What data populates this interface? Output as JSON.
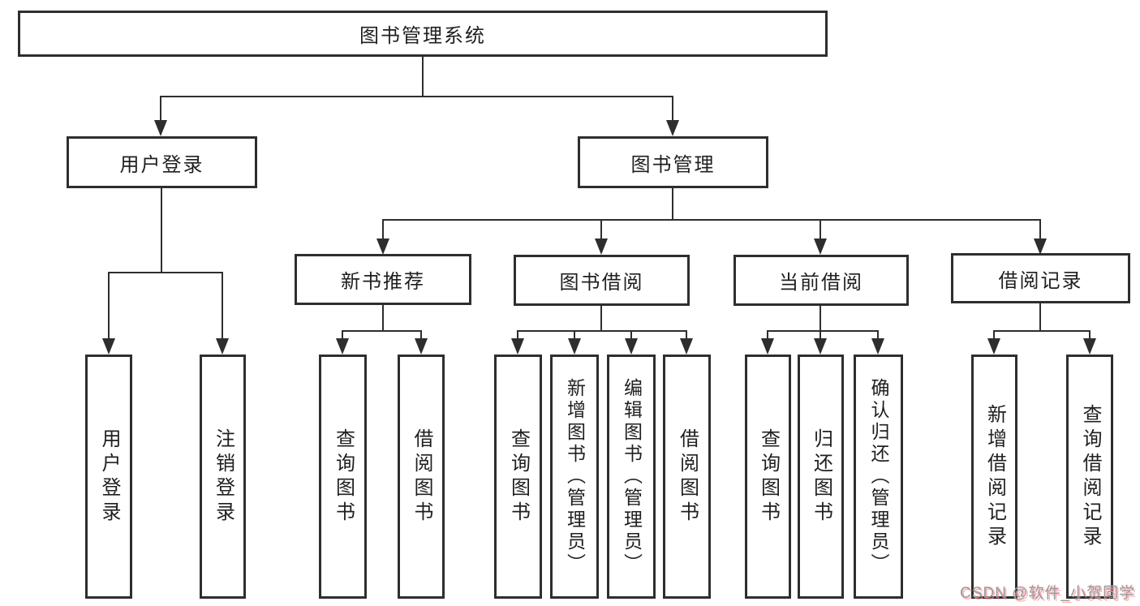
{
  "tree": {
    "root": "图书管理系统",
    "branches": [
      {
        "label": "用户登录",
        "children": [
          "用户登录",
          "注销登录"
        ]
      },
      {
        "label": "图书管理",
        "sections": [
          {
            "label": "新书推荐",
            "children": [
              "查询图书",
              "借阅图书"
            ]
          },
          {
            "label": "图书借阅",
            "children": [
              "查询图书",
              "新增图书（管理员）",
              "编辑图书（管理员）",
              "借阅图书"
            ]
          },
          {
            "label": "当前借阅",
            "children": [
              "查询图书",
              "归还图书",
              "确认归还（管理员）"
            ]
          },
          {
            "label": "借阅记录",
            "children": [
              "新增借阅记录",
              "查询借阅记录"
            ]
          }
        ]
      }
    ]
  },
  "watermark": {
    "text": "CSDN @软件_小贺同学"
  },
  "colors": {
    "line": "#2e2e2e",
    "text": "#1f1f1f",
    "background": "#ffffff",
    "watermark_gray": "#9b9b9b",
    "watermark_pink": "#ff8a94"
  }
}
